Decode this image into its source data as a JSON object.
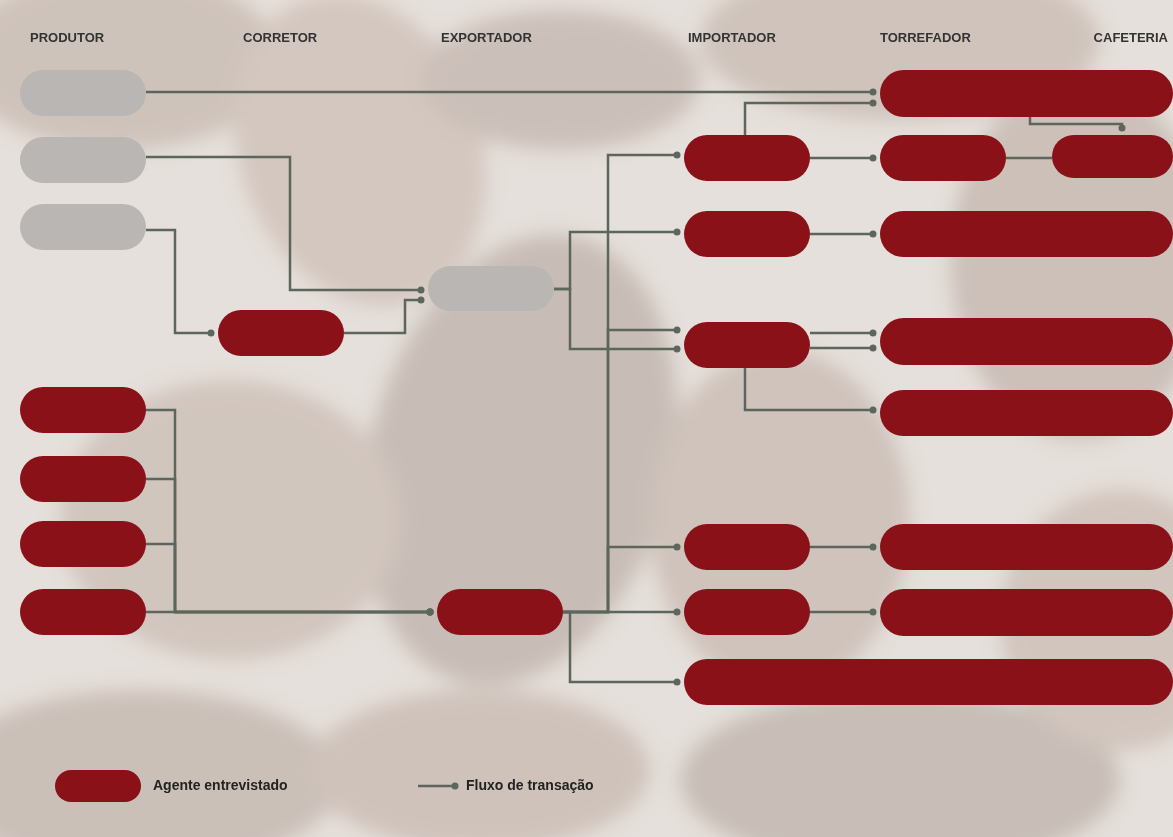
{
  "diagram": {
    "nodes": [
      {
        "text": []
      },
      {
        "text": []
      },
      {
        "text": []
      },
      {
        "text": []
      },
      {
        "text": []
      },
      {
        "text": []
      },
      {
        "text": []
      },
      {
        "text": []
      },
      {
        "text": []
      },
      {
        "text": []
      },
      {
        "text": []
      },
      {
        "text": []
      },
      {
        "text": []
      },
      {
        "text": []
      },
      {
        "text": []
      },
      {
        "text": []
      },
      {
        "text": []
      },
      {
        "text": []
      },
      {
        "text": []
      },
      {
        "text": []
      },
      {
        "text": []
      },
      {
        "text": []
      },
      {
        "text": []
      },
      {
        "text": []
      }
    ],
    "edges": [
      {
        "from": 0,
        "to": 16,
        "arrow": "to"
      },
      {
        "from": 1,
        "to": 8,
        "arrow": "to"
      },
      {
        "from": 2,
        "to": 7,
        "arrow": "to"
      },
      {
        "from": 7,
        "to": 8,
        "arrow": "to"
      },
      {
        "from": 3,
        "to": 9,
        "arrow": "to"
      },
      {
        "from": 4,
        "to": 9,
        "arrow": "to"
      },
      {
        "from": 5,
        "to": 9,
        "arrow": "to"
      },
      {
        "from": 6,
        "to": 9,
        "arrow": "to"
      },
      {
        "from": 8,
        "to": 11,
        "arrow": "to"
      },
      {
        "from": 8,
        "to": 12,
        "arrow": "to"
      },
      {
        "from": 9,
        "to": 10,
        "arrow": "to"
      },
      {
        "from": 9,
        "to": 12,
        "arrow": "to"
      },
      {
        "from": 9,
        "to": 13,
        "arrow": "to"
      },
      {
        "from": 9,
        "to": 14,
        "arrow": "to"
      },
      {
        "from": 9,
        "to": 15,
        "arrow": "to"
      },
      {
        "from": 10,
        "to": 16,
        "arrow": "to"
      },
      {
        "from": 10,
        "to": 17,
        "arrow": "to"
      },
      {
        "from": 11,
        "to": 19,
        "arrow": "to"
      },
      {
        "from": 12,
        "to": 20,
        "arrow": "to"
      },
      {
        "from": 12,
        "to": 20,
        "arrow": "to"
      },
      {
        "from": 12,
        "to": 21,
        "arrow": "to"
      },
      {
        "from": 13,
        "to": 22,
        "arrow": "to"
      },
      {
        "from": 14,
        "to": 23,
        "arrow": "to"
      },
      {
        "from": 16,
        "to": 18,
        "arrow": "to"
      },
      {
        "from": 17,
        "to": 18,
        "arrow": "none"
      }
    ],
    "labels": [
      "PRODUTOR",
      "CORRETOR",
      "EXPORTADOR",
      "IMPORTADOR",
      "TORREFADOR",
      "CAFETERIA"
    ],
    "legend": [
      {
        "text": "Agente entrevistado",
        "color": "#8b1119"
      },
      {
        "text": "Fluxo de transação"
      }
    ]
  }
}
